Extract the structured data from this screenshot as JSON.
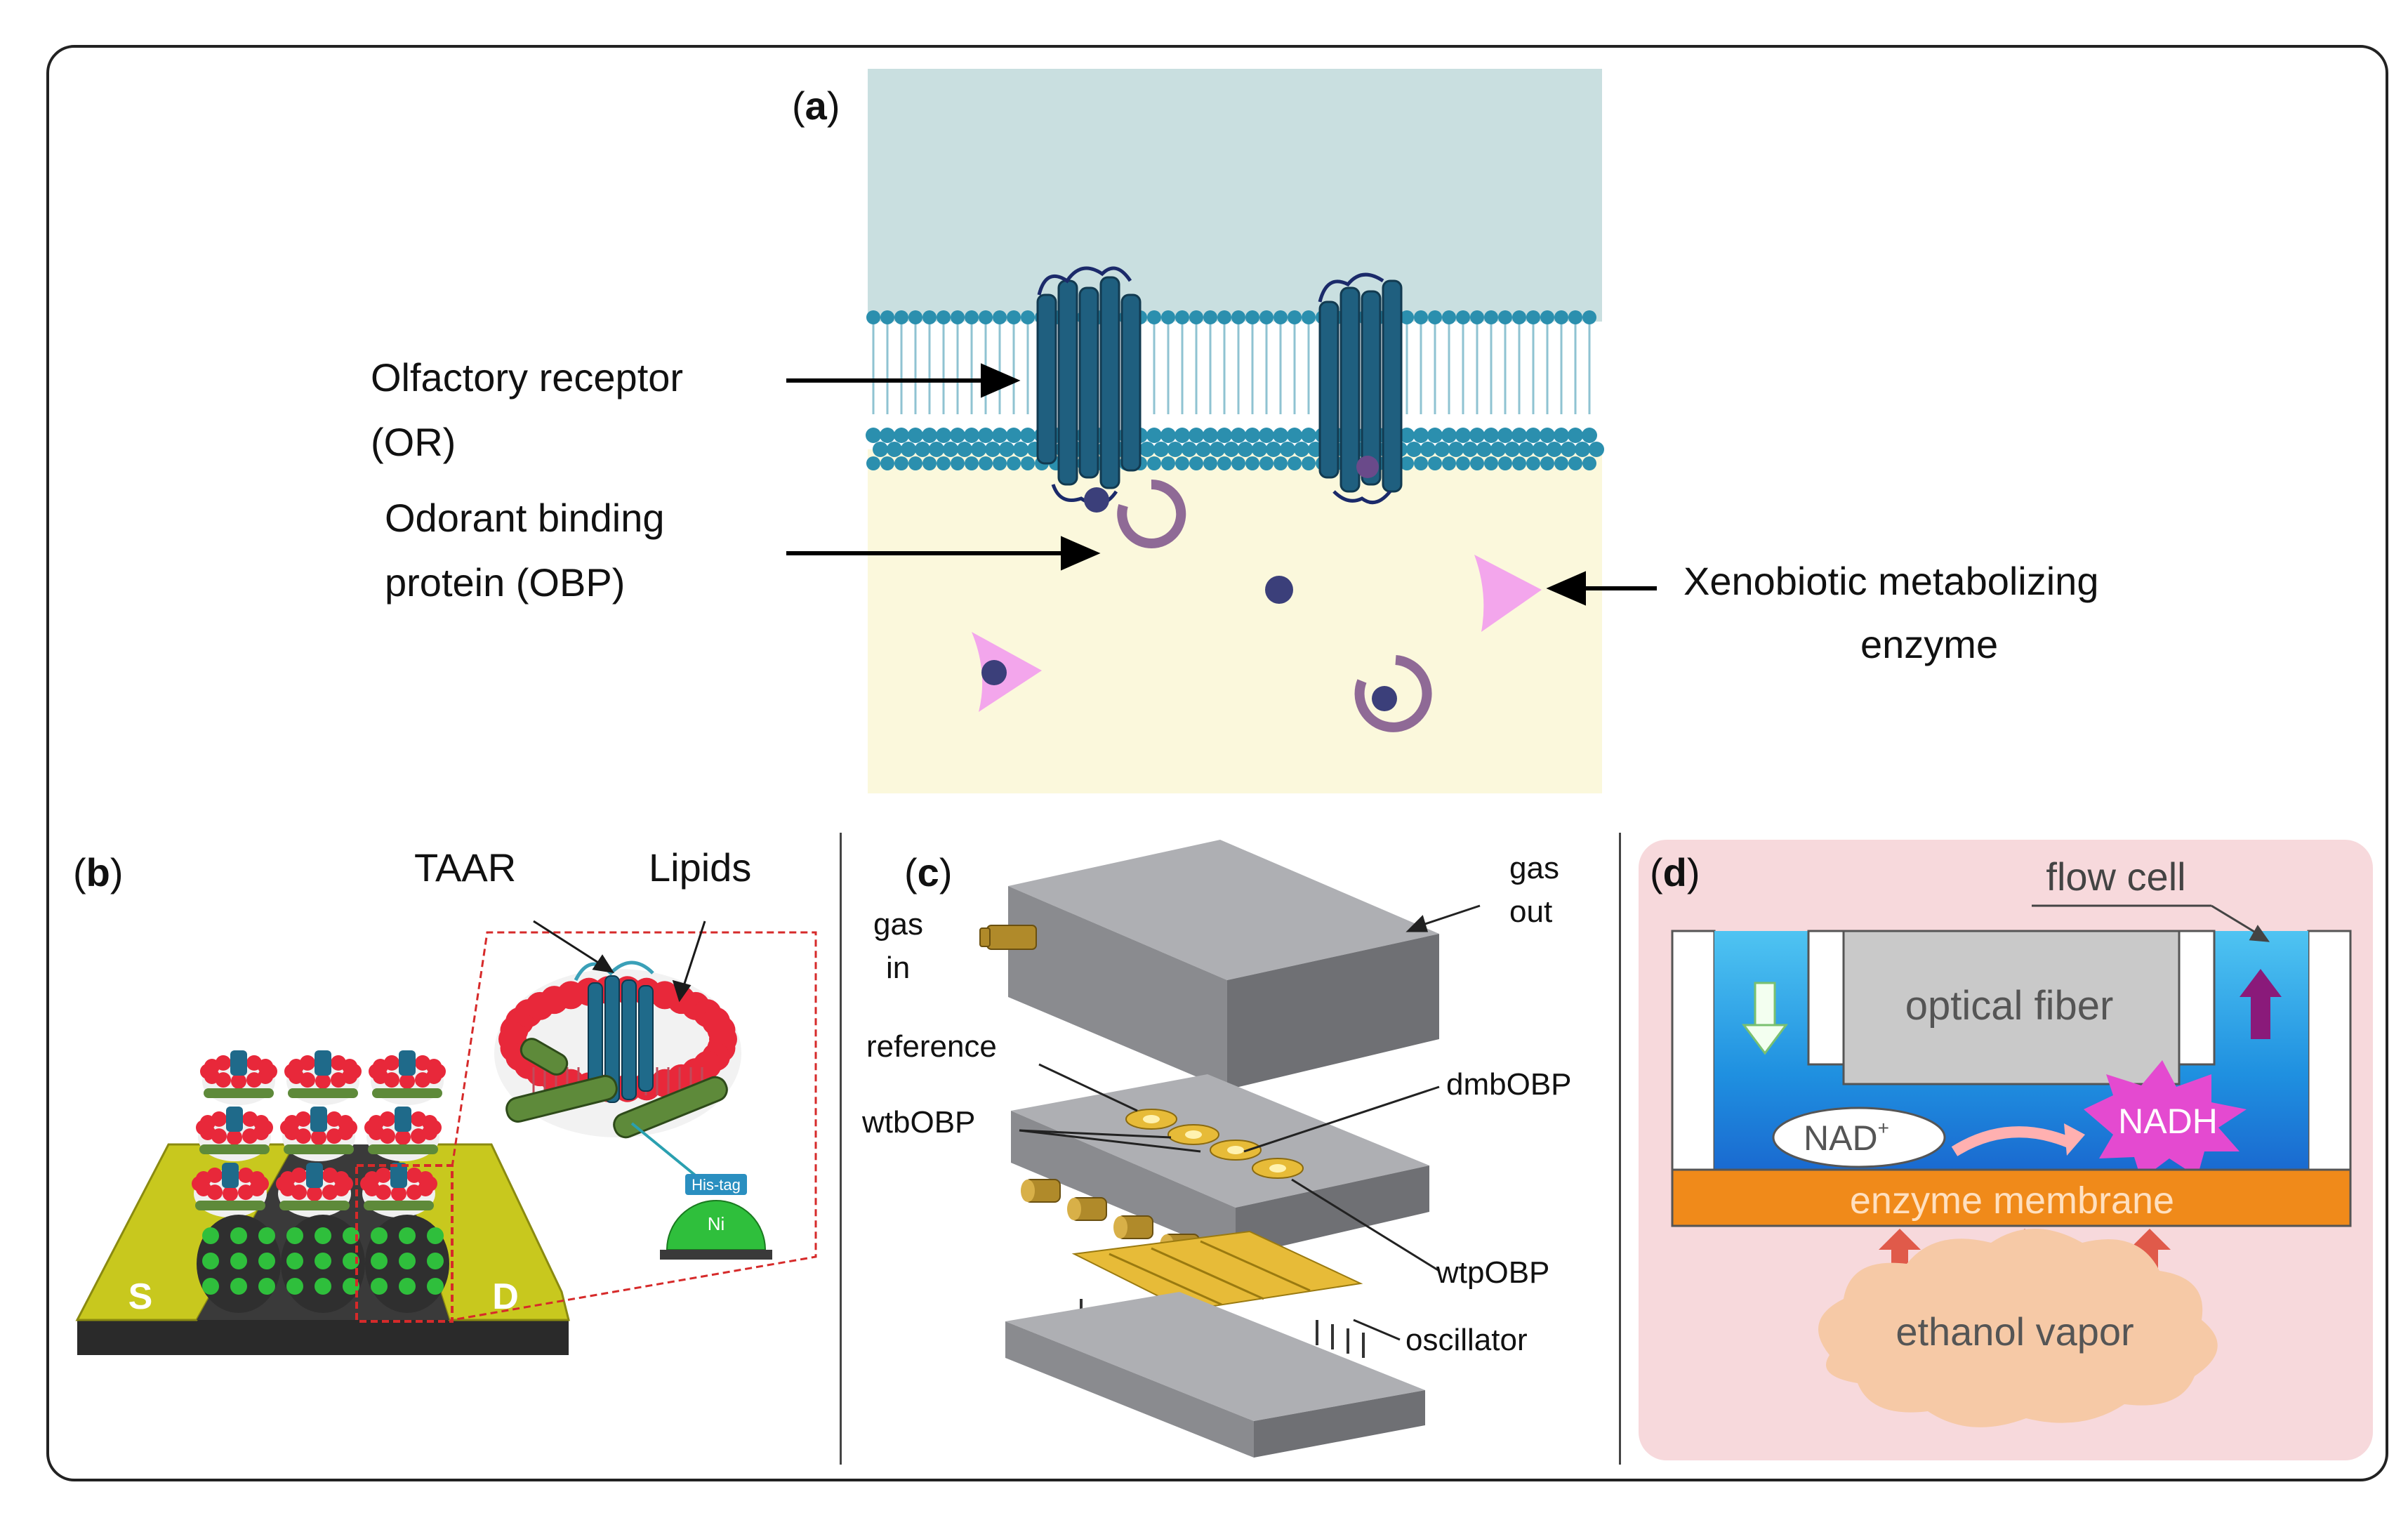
{
  "panels": {
    "a": {
      "letter": "a",
      "labels": {
        "or_line1": "Olfactory receptor",
        "or_line2": "(OR)",
        "obp_line1": "Odorant binding",
        "obp_line2": "protein (OBP)",
        "xme_line1": "Xenobiotic metabolizing",
        "xme_line2": "enzyme"
      },
      "colors": {
        "extracellular": "#c9dfe0",
        "intracellular": "#fbf8dc",
        "receptor": "#1f5f7f",
        "enzyme": "#f3a6ec",
        "obp": "#8f6a96",
        "odorant": "#3b3f7a",
        "lipid": "#2b8fae"
      }
    },
    "b": {
      "letter": "b",
      "labels": {
        "taar": "TAAR",
        "lipids": "Lipids",
        "his_tag": "His-tag",
        "ni": "Ni",
        "source": "S",
        "drain": "D"
      },
      "colors": {
        "electrode": "#c8c81e",
        "substrate": "#3a3a3a",
        "lipid_head": "#e8283a",
        "belt": "#5e8a3a",
        "nanoparticle": "#2fbf3c"
      }
    },
    "c": {
      "letter": "c",
      "labels": {
        "gas_in_1": "gas",
        "gas_in_2": "in",
        "gas_out_1": "gas",
        "gas_out_2": "out",
        "reference": "reference",
        "dmbobp": "dmbOBP",
        "wtbobp": "wtbOBP",
        "wtpobp": "wtpOBP",
        "oscillator": "oscillator"
      },
      "colors": {
        "block": "#8a8b8f",
        "block_top": "#aeafb3",
        "gold": "#e7bb38",
        "brass": "#b08a2a"
      }
    },
    "d": {
      "letter": "d",
      "labels": {
        "flow_cell": "flow cell",
        "optical_fiber": "optical fiber",
        "nad": "NAD",
        "nad_sup": "+",
        "nadh": "NADH",
        "enzyme_membrane": "enzyme membrane",
        "ethanol_vapor": "ethanol vapor"
      },
      "colors": {
        "background": "#f7d9dc",
        "liquid": "#2aa7e8",
        "membrane": "#f08a1a",
        "vapor": "#f6c9a6",
        "nadh_burst": "#e44ad0"
      }
    }
  }
}
